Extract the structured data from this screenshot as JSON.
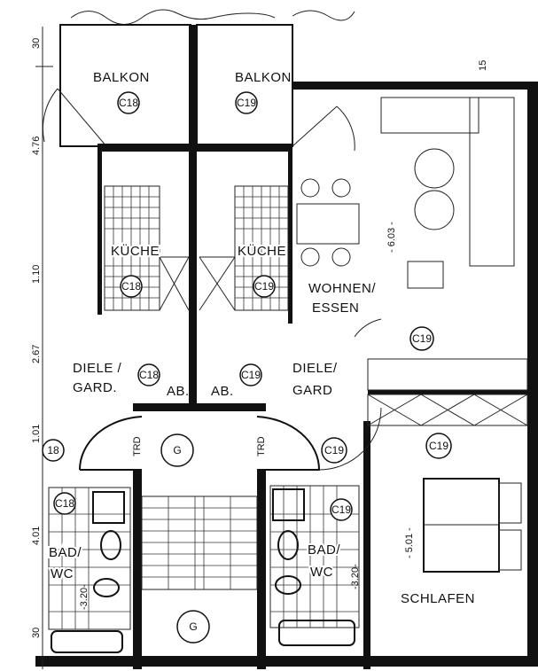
{
  "rooms": {
    "balkon_left": {
      "label": "BALKON",
      "unit": "C18"
    },
    "balkon_right": {
      "label": "BALKON",
      "unit": "C19"
    },
    "kueche_left": {
      "label": "KÜCHE",
      "unit": "C18"
    },
    "kueche_right": {
      "label": "KÜCHE",
      "unit": "C19"
    },
    "wohnen": {
      "label_line1": "WOHNEN/",
      "label_line2": "ESSEN",
      "unit": "C19",
      "dimension": "- 6.03 -"
    },
    "diele_left": {
      "label_line1": "DIELE /",
      "label_line2": "GARD.",
      "unit": "C18"
    },
    "ab_left": {
      "label": "AB.",
      "unit": "C19"
    },
    "ab_right": {
      "label": "AB."
    },
    "diele_right": {
      "label_line1": "DIELE/",
      "label_line2": "GARD",
      "unit": "C19"
    },
    "treppenhaus": {
      "unit_landing": "G",
      "unit_stairs": "G",
      "door_left": "TRD",
      "door_right": "TRD"
    },
    "bad_left": {
      "label_line1": "BAD/",
      "label_line2": "WC",
      "unit": "C18",
      "unit_small": "18",
      "dimension": "-3.20-"
    },
    "bad_right": {
      "label_line1": "BAD/",
      "label_line2": "WC",
      "unit": "C19",
      "dimension": "-3.20-"
    },
    "schlafen": {
      "label": "SCHLAFEN",
      "unit": "C19",
      "dimension": "- 5.01 -"
    }
  },
  "dimensions_left": [
    "30",
    "4.76",
    "1.10",
    "2.67",
    "1.01",
    "4.01",
    "30"
  ],
  "dimension_top_right": "15"
}
